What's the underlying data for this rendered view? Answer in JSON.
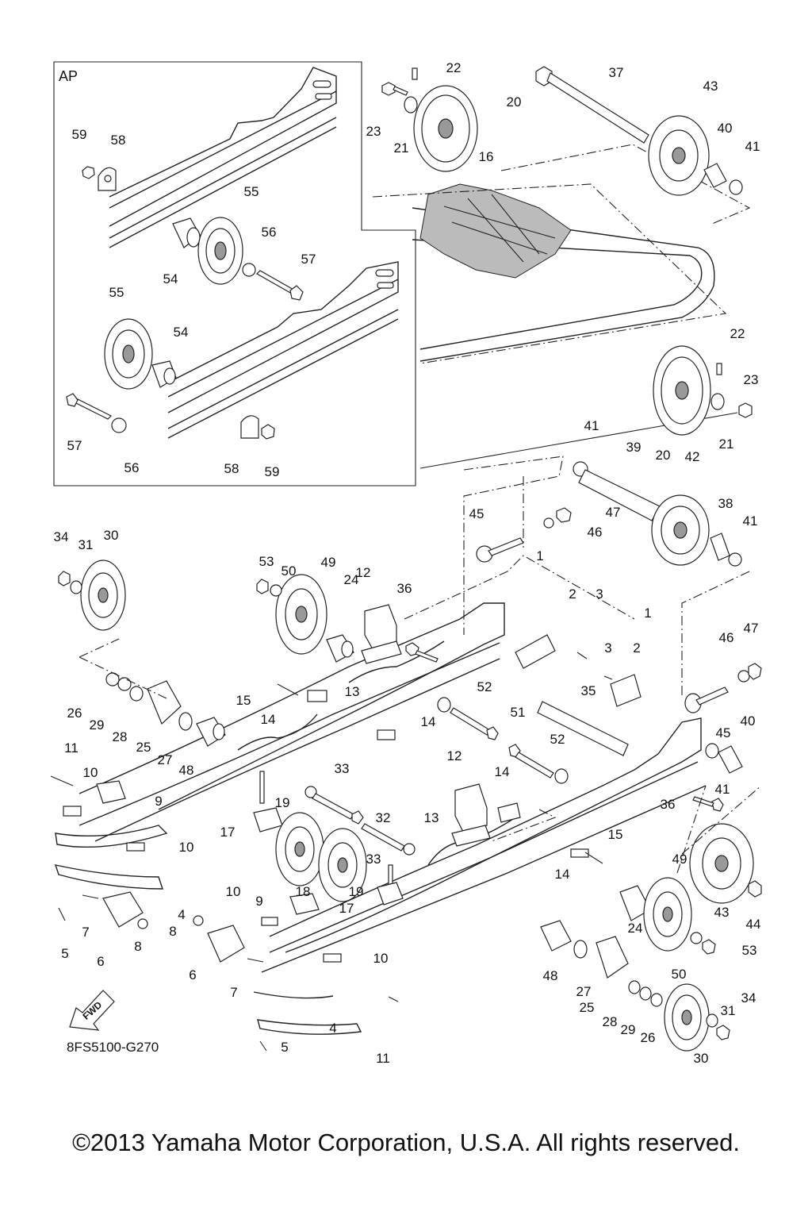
{
  "inset": {
    "label": "AP"
  },
  "document": {
    "code": "8FS5100-G270",
    "fwd_label": "FWD"
  },
  "footer": {
    "copyright": "©2013 Yamaha Motor Corporation, U.S.A. All rights reserved."
  },
  "callouts": [
    {
      "n": "22"
    },
    {
      "n": "23"
    },
    {
      "n": "21"
    },
    {
      "n": "20"
    },
    {
      "n": "37"
    },
    {
      "n": "43"
    },
    {
      "n": "40"
    },
    {
      "n": "41"
    },
    {
      "n": "16"
    },
    {
      "n": "59"
    },
    {
      "n": "58"
    },
    {
      "n": "55"
    },
    {
      "n": "56"
    },
    {
      "n": "57"
    },
    {
      "n": "54"
    },
    {
      "n": "55"
    },
    {
      "n": "54"
    },
    {
      "n": "57"
    },
    {
      "n": "56"
    },
    {
      "n": "58"
    },
    {
      "n": "59"
    },
    {
      "n": "22"
    },
    {
      "n": "23"
    },
    {
      "n": "21"
    },
    {
      "n": "20"
    },
    {
      "n": "42"
    },
    {
      "n": "41"
    },
    {
      "n": "39"
    },
    {
      "n": "47"
    },
    {
      "n": "46"
    },
    {
      "n": "45"
    },
    {
      "n": "38"
    },
    {
      "n": "41"
    },
    {
      "n": "34"
    },
    {
      "n": "31"
    },
    {
      "n": "30"
    },
    {
      "n": "53"
    },
    {
      "n": "50"
    },
    {
      "n": "49"
    },
    {
      "n": "24"
    },
    {
      "n": "12"
    },
    {
      "n": "36"
    },
    {
      "n": "1"
    },
    {
      "n": "2"
    },
    {
      "n": "3"
    },
    {
      "n": "1"
    },
    {
      "n": "3"
    },
    {
      "n": "2"
    },
    {
      "n": "46"
    },
    {
      "n": "47"
    },
    {
      "n": "45"
    },
    {
      "n": "40"
    },
    {
      "n": "13"
    },
    {
      "n": "15"
    },
    {
      "n": "14"
    },
    {
      "n": "26"
    },
    {
      "n": "29"
    },
    {
      "n": "28"
    },
    {
      "n": "25"
    },
    {
      "n": "27"
    },
    {
      "n": "48"
    },
    {
      "n": "52"
    },
    {
      "n": "35"
    },
    {
      "n": "14"
    },
    {
      "n": "51"
    },
    {
      "n": "52"
    },
    {
      "n": "41"
    },
    {
      "n": "36"
    },
    {
      "n": "11"
    },
    {
      "n": "10"
    },
    {
      "n": "9"
    },
    {
      "n": "10"
    },
    {
      "n": "19"
    },
    {
      "n": "17"
    },
    {
      "n": "33"
    },
    {
      "n": "32"
    },
    {
      "n": "12"
    },
    {
      "n": "13"
    },
    {
      "n": "14"
    },
    {
      "n": "18"
    },
    {
      "n": "33"
    },
    {
      "n": "19"
    },
    {
      "n": "17"
    },
    {
      "n": "15"
    },
    {
      "n": "14"
    },
    {
      "n": "49"
    },
    {
      "n": "43"
    },
    {
      "n": "44"
    },
    {
      "n": "24"
    },
    {
      "n": "53"
    },
    {
      "n": "50"
    },
    {
      "n": "4"
    },
    {
      "n": "7"
    },
    {
      "n": "5"
    },
    {
      "n": "6"
    },
    {
      "n": "8"
    },
    {
      "n": "8"
    },
    {
      "n": "10"
    },
    {
      "n": "9"
    },
    {
      "n": "6"
    },
    {
      "n": "10"
    },
    {
      "n": "7"
    },
    {
      "n": "48"
    },
    {
      "n": "27"
    },
    {
      "n": "25"
    },
    {
      "n": "28"
    },
    {
      "n": "29"
    },
    {
      "n": "26"
    },
    {
      "n": "31"
    },
    {
      "n": "34"
    },
    {
      "n": "30"
    },
    {
      "n": "4"
    },
    {
      "n": "11"
    },
    {
      "n": "5"
    }
  ]
}
